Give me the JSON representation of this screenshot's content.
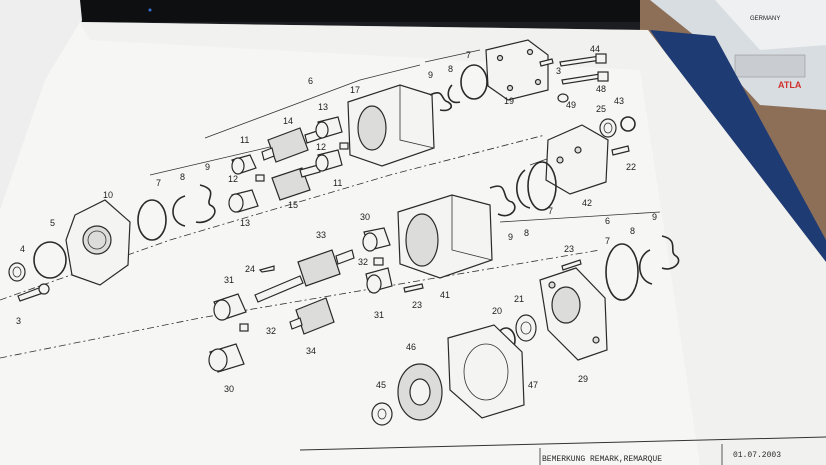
{
  "callouts": {
    "c1": "3",
    "c2": "4",
    "c3": "5",
    "c4": "10",
    "c5": "7",
    "c6": "8",
    "c7": "9",
    "c8": "11",
    "c9": "12",
    "c10": "13",
    "c11": "14",
    "c12": "15",
    "c13": "13",
    "c14": "12",
    "c15": "11",
    "c16": "6",
    "c17": "17",
    "c18": "9",
    "c19": "8",
    "c20": "7",
    "c21": "19",
    "c22": "44",
    "c23": "3",
    "c24": "49",
    "c25": "48",
    "c26": "25",
    "c27": "43",
    "c28": "22",
    "c29": "42",
    "c30": "7",
    "c31": "8",
    "c32": "9",
    "c33": "41",
    "c34": "30",
    "c35": "32",
    "c36": "33",
    "c37": "24",
    "c38": "31",
    "c39": "32",
    "c40": "34",
    "c41": "31",
    "c42": "23",
    "c43": "30",
    "c44": "6",
    "c45": "7",
    "c46": "8",
    "c47": "9",
    "c48": "23",
    "c49": "29",
    "c50": "21",
    "c51": "20",
    "c52": "46",
    "c53": "45",
    "c54": "47"
  },
  "footer": {
    "remark": "BEMERKUNG REMARK,REMARQUE",
    "date": "01.07.2003"
  },
  "brochure": {
    "brand": "ATLA",
    "germany": "GERMANY"
  }
}
